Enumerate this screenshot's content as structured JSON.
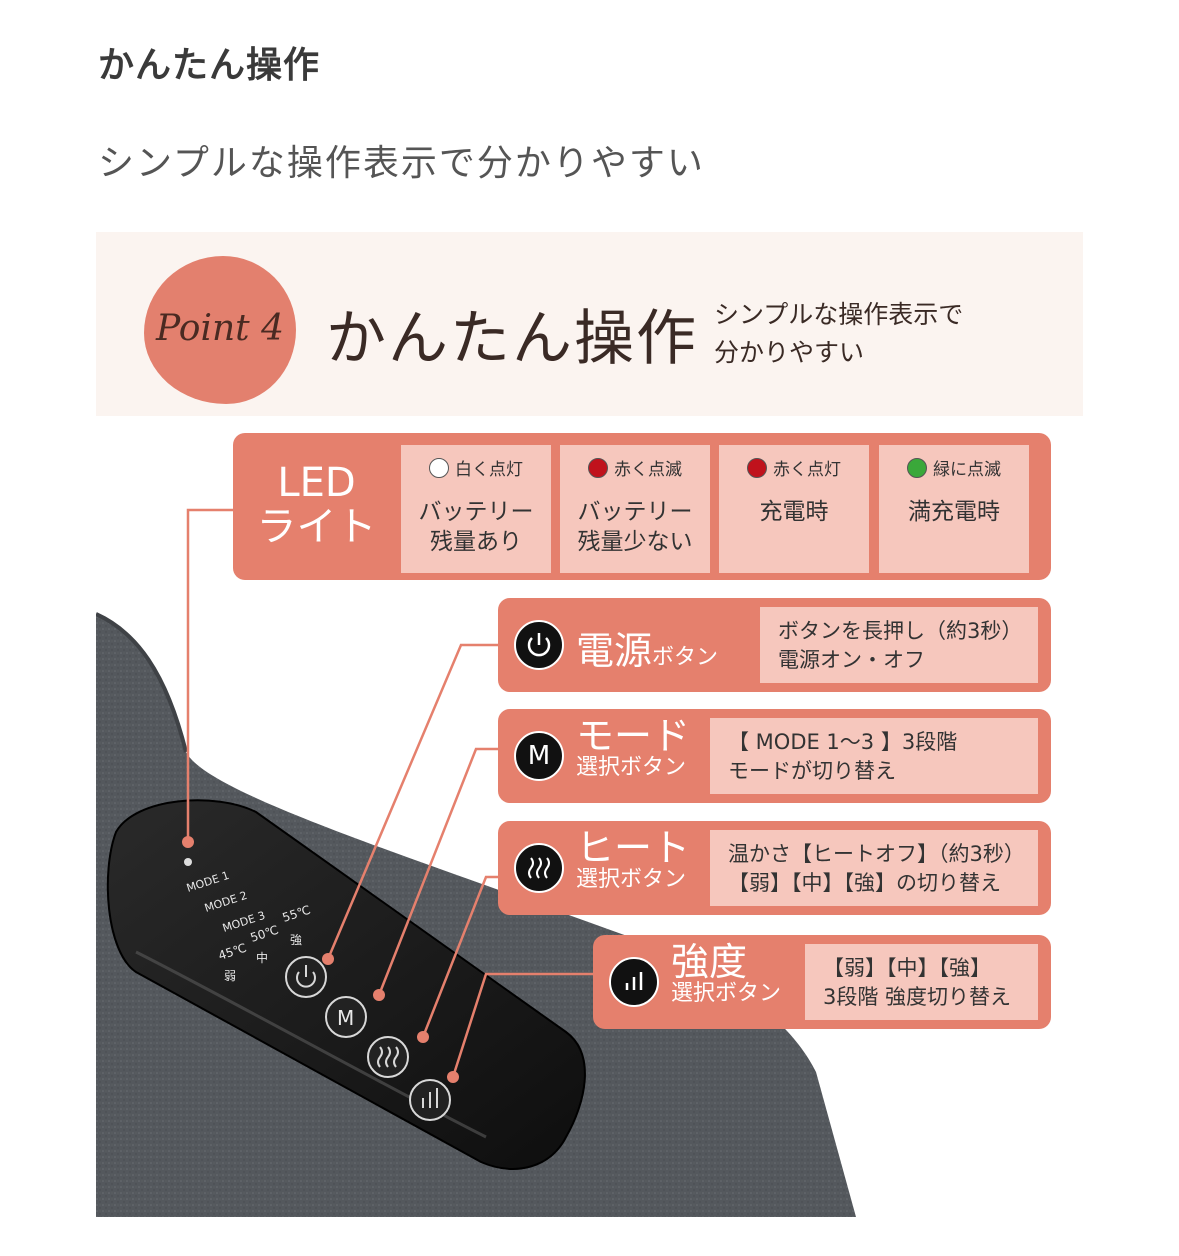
{
  "page": {
    "title": "かんたん操作",
    "subtitle": "シンプルな操作表示で分かりやすい"
  },
  "banner": {
    "point_label": "Point 4",
    "title": "かんたん操作",
    "desc_line1": "シンプルな操作表示で",
    "desc_line2": "分かりやすい"
  },
  "led": {
    "title_line1": "LED",
    "title_line2": "ライト",
    "cells": [
      {
        "state": "白く点灯",
        "dot_color": "#ffffff",
        "desc_line1": "バッテリー",
        "desc_line2": "残量あり"
      },
      {
        "state": "赤く点滅",
        "dot_color": "#c0121c",
        "desc_line1": "バッテリー",
        "desc_line2": "残量少ない"
      },
      {
        "state": "赤く点灯",
        "dot_color": "#c0121c",
        "desc_line1": "充電時",
        "desc_line2": ""
      },
      {
        "state": "緑に点滅",
        "dot_color": "#3aa83a",
        "desc_line1": "満充電時",
        "desc_line2": ""
      }
    ]
  },
  "buttons": {
    "power": {
      "name": "電源",
      "suffix": "ボタン",
      "desc_line1": "ボタンを長押し（約3秒）",
      "desc_line2": "電源オン・オフ",
      "icon": "power-icon"
    },
    "mode": {
      "name": "モード",
      "suffix": "選択ボタン",
      "icon_letter": "M",
      "desc_line1": "【 MODE 1～3 】3段階",
      "desc_line2": "モードが切り替え",
      "icon": "mode-icon"
    },
    "heat": {
      "name": "ヒート",
      "suffix": "選択ボタン",
      "desc_line1": "温かさ【ヒートオフ】（約3秒）",
      "desc_line2": "【弱】【中】【強】の切り替え",
      "icon": "heat-icon"
    },
    "strength": {
      "name": "強度",
      "suffix": "選択ボタン",
      "desc_line1": "【弱】【中】【強】",
      "desc_line2": "3段階 強度切り替え",
      "icon": "strength-icon"
    }
  },
  "remote": {
    "mode1": "MODE 1",
    "mode2": "MODE 2",
    "mode3": "MODE 3",
    "t45": "45℃",
    "t50": "50℃",
    "t55": "55℃",
    "weak": "弱",
    "mid": "中",
    "strong": "強",
    "button_letter": "M"
  },
  "colors": {
    "accent": "#e5806d",
    "accent_light": "#f6c7bd",
    "banner_bg": "#fbf4f0",
    "cushion": "#55595e",
    "remote": "#1a1a1a"
  }
}
